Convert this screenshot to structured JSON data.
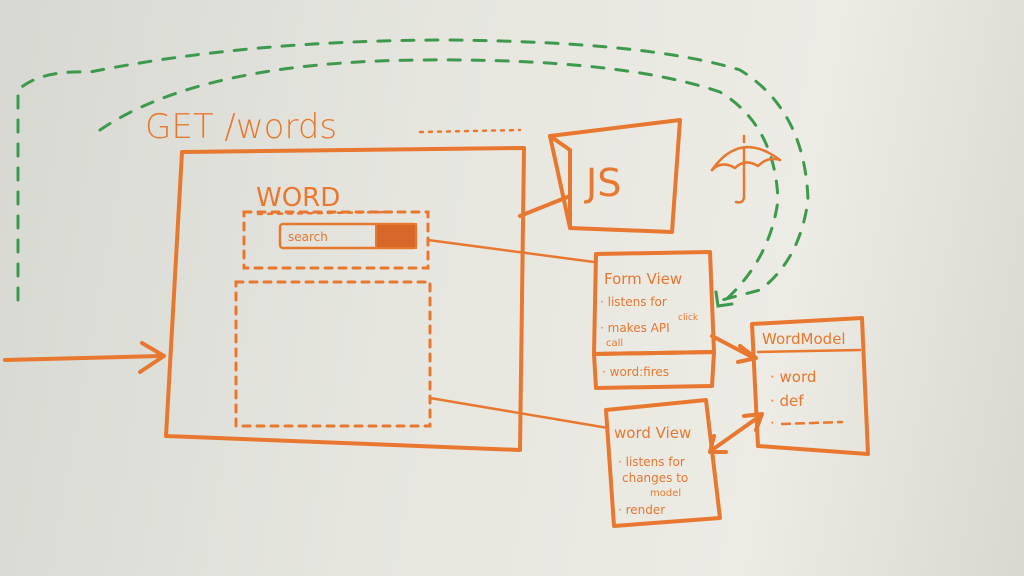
{
  "title": "GET /words",
  "page_heading": "WORD",
  "search_label": "search",
  "js_label": "JS",
  "form_view": {
    "title": "Form View",
    "items": [
      "· listens for",
      "· makes API",
      "call"
    ],
    "note": "click",
    "footer": "· word:fires"
  },
  "word_model": {
    "title": "WordModel",
    "items": [
      "· word",
      "· def",
      "·"
    ]
  },
  "word_view": {
    "title": "word View",
    "items": [
      "· listens for",
      "changes to",
      "model",
      "· render"
    ]
  },
  "colors": {
    "marker_orange": "#e8782f",
    "marker_green": "#3d9a4c",
    "board": "#e6e6df"
  },
  "icons": [
    "umbrella-icon"
  ]
}
